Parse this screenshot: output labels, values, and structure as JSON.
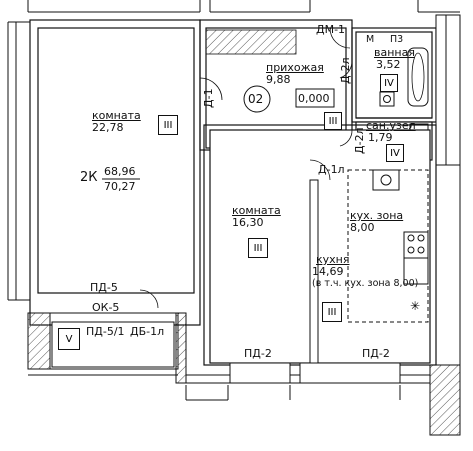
{
  "plan": {
    "apartment_number": "02",
    "total_code": "2К",
    "area_total": "68,96",
    "area_with_balcony": "70,27",
    "marker_area": "0,000"
  },
  "rooms": {
    "room1": {
      "name": "комната",
      "area": "22,78",
      "class": "III"
    },
    "room2": {
      "name": "комната",
      "area": "16,30",
      "class": "III"
    },
    "hall": {
      "name": "прихожая",
      "area": "9,88",
      "class": "III"
    },
    "bath": {
      "name": "ванная",
      "area": "3,52",
      "class": "IV"
    },
    "wc": {
      "name": "сан.узел",
      "area": "1,79",
      "class": "IV"
    },
    "kitchen_zone": {
      "name": "кух. зона",
      "area": "8,00"
    },
    "kitchen": {
      "name": "кухня",
      "area": "14,69",
      "note": "(в т.ч. кух. зона 8,00)",
      "class": "III"
    },
    "loggia": {
      "class": "V"
    }
  },
  "doors": {
    "dm1": "ДМ-1",
    "d1_left": "Д-1",
    "d2l_top": "Д-2л",
    "d2l_bottom": "Д-2л",
    "d1l": "Д-1л",
    "pd5_top": "ПД-5",
    "ok5": "ОК-5",
    "pd5_bottom": "ПД-5/1",
    "db1l": "ДБ-1л",
    "pd2_left": "ПД-2",
    "pd2_right": "ПД-2"
  },
  "fixtures": {
    "m": "М",
    "p": "П3"
  }
}
